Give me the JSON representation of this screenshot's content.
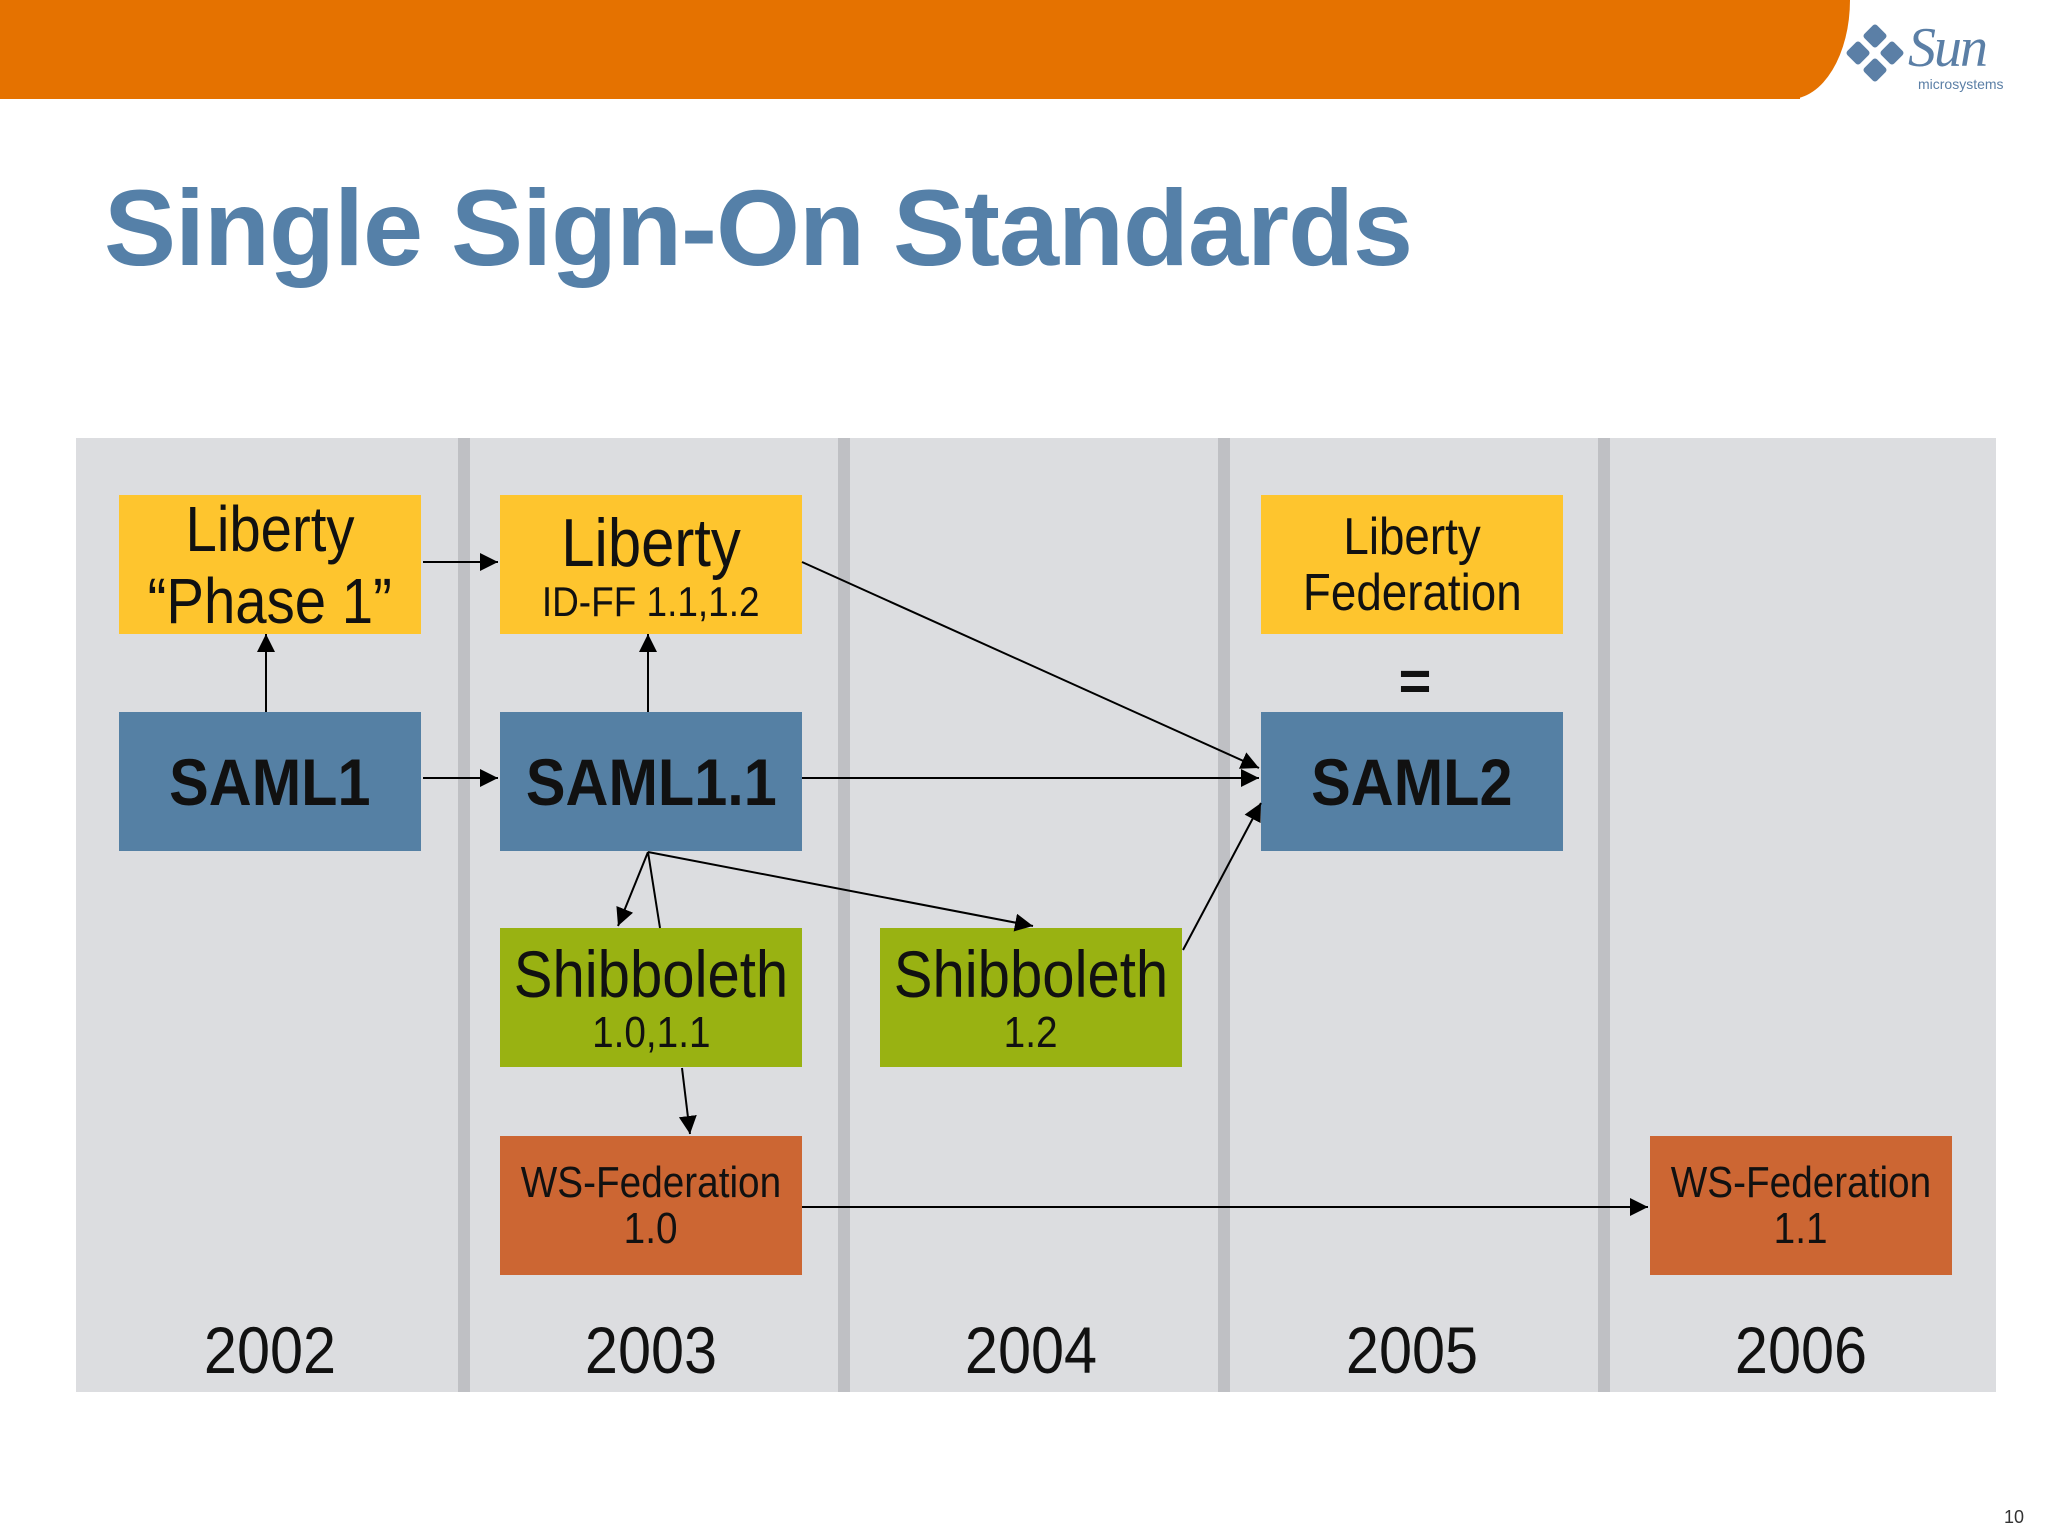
{
  "slide": {
    "title": "Single Sign-On Standards",
    "page_number": "10",
    "logo": {
      "word": "Sun",
      "sub": "microsystems",
      "icon": "sun-diamond-logo"
    },
    "colors": {
      "header_band": "#e57200",
      "title": "#5580a8",
      "liberty": "#fec52e",
      "saml": "#5580a4",
      "shibboleth": "#99b212",
      "ws_federation": "#cc6633",
      "timeline_bg": "#dcdde0"
    }
  },
  "years": [
    "2002",
    "2003",
    "2004",
    "2005",
    "2006"
  ],
  "nodes": {
    "liberty_phase1": {
      "line1": "Liberty",
      "line2": "“Phase 1”"
    },
    "liberty_idff": {
      "line1": "Liberty",
      "line2": "ID-FF 1.1,1.2"
    },
    "liberty_federation": {
      "line1": "Liberty",
      "line2": "Federation"
    },
    "equals": "=",
    "saml1": "SAML1",
    "saml11": "SAML1.1",
    "saml2": "SAML2",
    "shib10": {
      "line1": "Shibboleth",
      "line2": "1.0,1.1"
    },
    "shib12": {
      "line1": "Shibboleth",
      "line2": "1.2"
    },
    "wsfed10": {
      "line1": "WS-Federation",
      "line2": "1.0"
    },
    "wsfed11": {
      "line1": "WS-Federation",
      "line2": "1.1"
    }
  },
  "edges": [
    [
      "saml1",
      "liberty_phase1"
    ],
    [
      "liberty_phase1",
      "liberty_idff"
    ],
    [
      "saml1",
      "saml11"
    ],
    [
      "saml11",
      "liberty_idff"
    ],
    [
      "liberty_idff",
      "saml2"
    ],
    [
      "saml11",
      "saml2"
    ],
    [
      "saml11",
      "shib10"
    ],
    [
      "saml11",
      "shib12"
    ],
    [
      "shib12",
      "saml2"
    ],
    [
      "shib10",
      "wsfed10"
    ],
    [
      "wsfed10",
      "wsfed11"
    ]
  ]
}
